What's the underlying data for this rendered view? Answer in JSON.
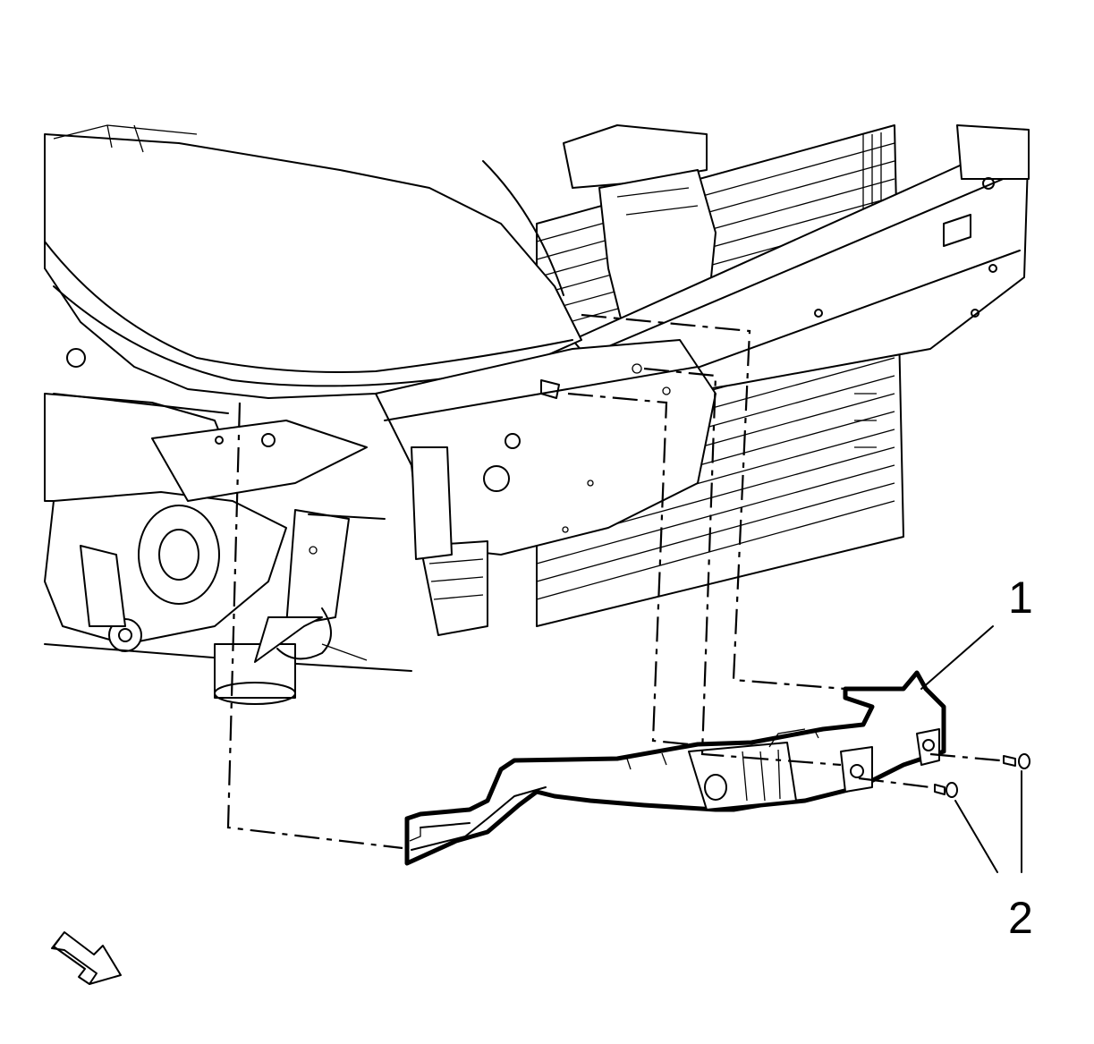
{
  "callouts": [
    {
      "id": "1",
      "label": "1"
    },
    {
      "id": "2",
      "label": "2"
    }
  ],
  "icons": {
    "view_arrow": "front-direction-arrow-icon"
  },
  "colors": {
    "ink": "#000000",
    "paper": "#ffffff"
  }
}
